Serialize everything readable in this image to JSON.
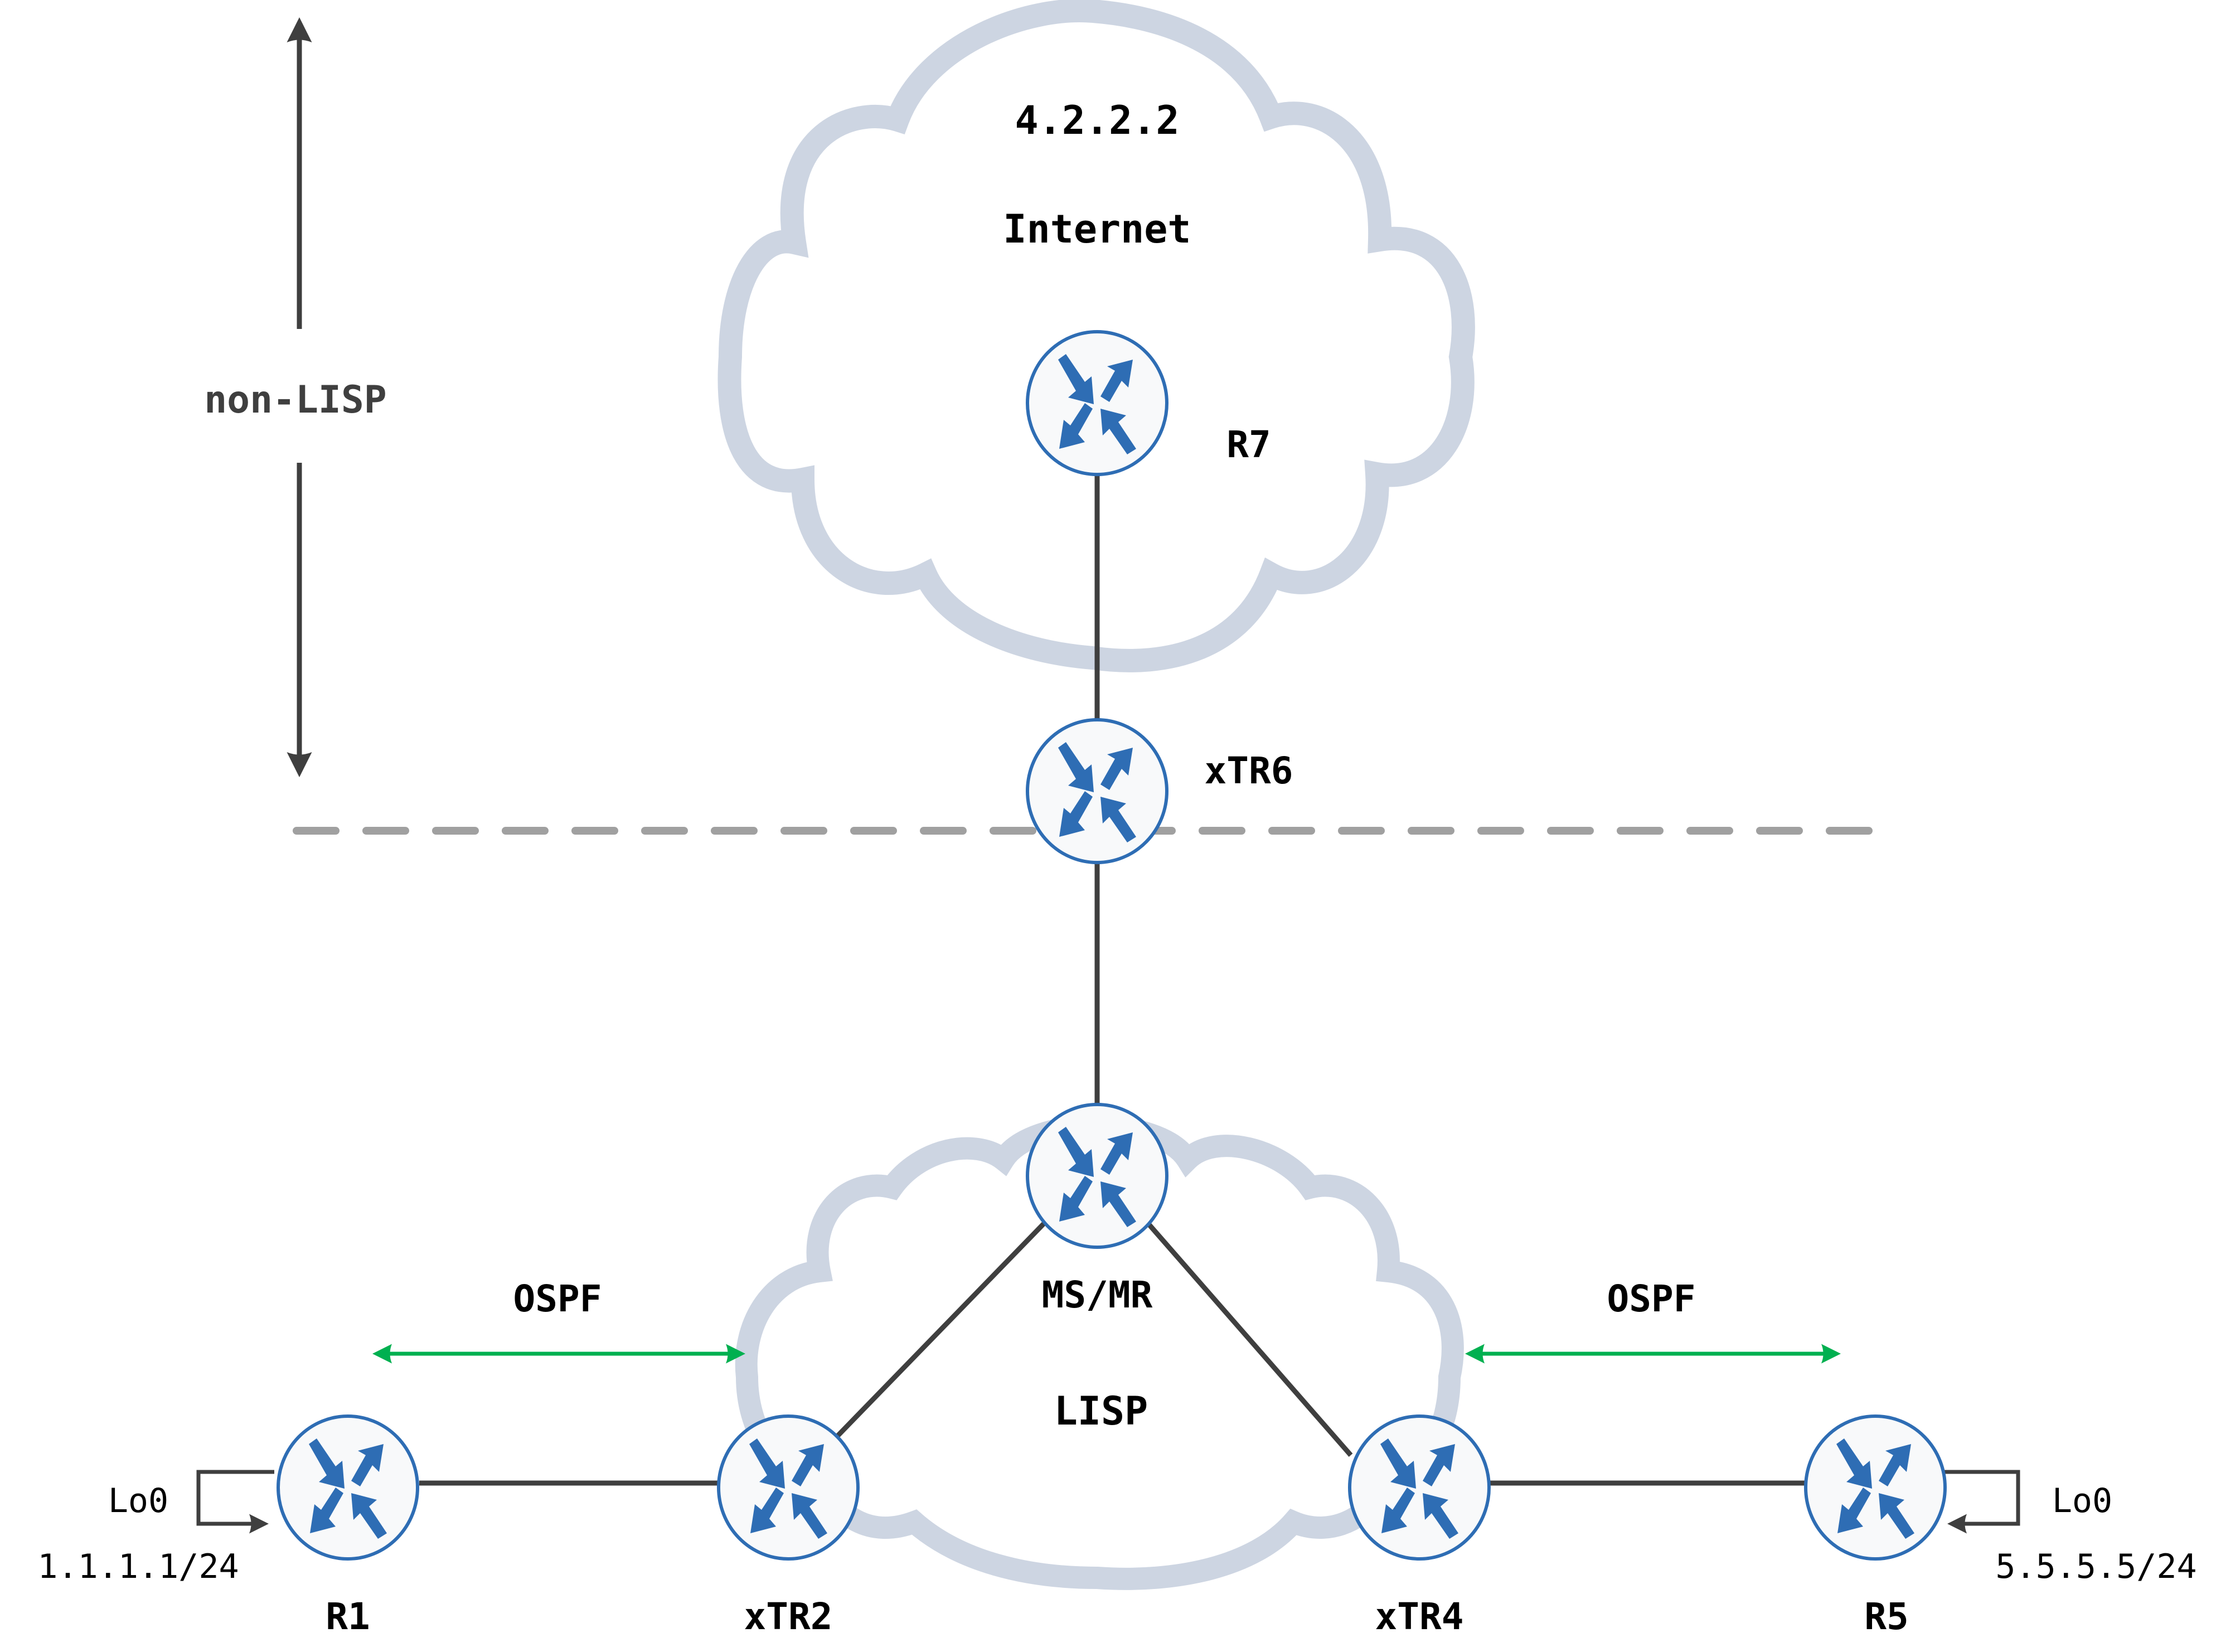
{
  "title": "LISP / non-LISP interworking topology",
  "colors": {
    "cloud": "#cdd5e2",
    "router_fill": "#f8f9fa",
    "router_stroke": "#2e6db4",
    "router_arrows": "#2e6db4",
    "link": "#3f3f3f",
    "ospf_arrow": "#00b050",
    "boundary_dash": "#a0a0a0",
    "zone_arrow": "#3f3f3f"
  },
  "clouds": {
    "internet": {
      "label": "Internet",
      "address": "4.2.2.2"
    },
    "lisp": {
      "label": "LISP"
    }
  },
  "zones": {
    "non_lisp": {
      "label": "non-LISP"
    }
  },
  "routers": [
    {
      "id": "R7",
      "label": "R7",
      "icon": "router-icon"
    },
    {
      "id": "xTR6",
      "label": "xTR6",
      "icon": "router-icon"
    },
    {
      "id": "MSMR",
      "label": "MS/MR",
      "icon": "router-icon"
    },
    {
      "id": "R1",
      "label": "R1",
      "icon": "router-icon"
    },
    {
      "id": "xTR2",
      "label": "xTR2",
      "icon": "router-icon"
    },
    {
      "id": "xTR4",
      "label": "xTR4",
      "icon": "router-icon"
    },
    {
      "id": "R5",
      "label": "R5",
      "icon": "router-icon"
    }
  ],
  "links": [
    {
      "from": "R7",
      "to": "xTR6"
    },
    {
      "from": "xTR6",
      "to": "MSMR"
    },
    {
      "from": "MSMR",
      "to": "xTR2"
    },
    {
      "from": "MSMR",
      "to": "xTR4"
    },
    {
      "from": "R1",
      "to": "xTR2"
    },
    {
      "from": "xTR4",
      "to": "R5"
    }
  ],
  "protocols": [
    {
      "label": "OSPF",
      "between": [
        "R1",
        "xTR2"
      ],
      "icon": "double-arrow-icon"
    },
    {
      "label": "OSPF",
      "between": [
        "xTR4",
        "R5"
      ],
      "icon": "double-arrow-icon"
    }
  ],
  "loopbacks": [
    {
      "router": "R1",
      "interface": "Lo0",
      "address": "1.1.1.1/24",
      "icon": "loopback-arrow-icon"
    },
    {
      "router": "R5",
      "interface": "Lo0",
      "address": "5.5.5.5/24",
      "icon": "loopback-arrow-icon"
    }
  ]
}
